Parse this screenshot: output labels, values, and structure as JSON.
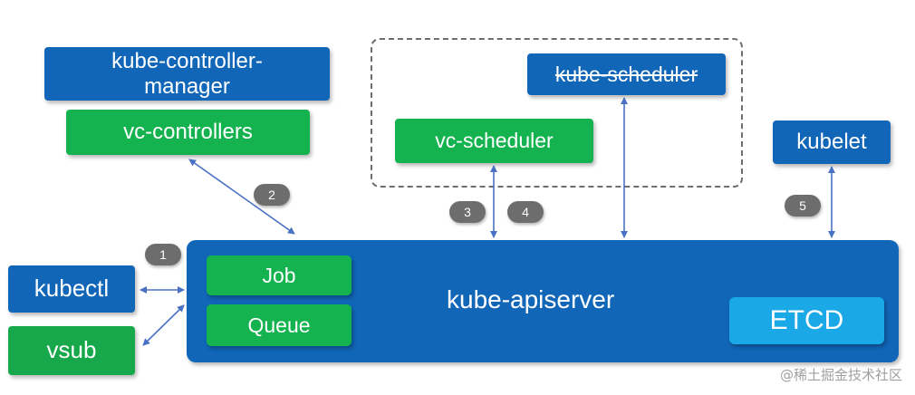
{
  "components": {
    "controller_manager": "kube-controller-\nmanager",
    "vc_controllers": "vc-controllers",
    "kube_scheduler": "kube-scheduler",
    "vc_scheduler": "vc-scheduler",
    "kubelet": "kubelet",
    "kubectl": "kubectl",
    "vsub": "vsub",
    "apiserver": "kube-apiserver",
    "job": "Job",
    "queue": "Queue",
    "etcd": "ETCD"
  },
  "steps": [
    "1",
    "2",
    "3",
    "4",
    "5"
  ],
  "watermark": "@稀土掘金技术社区",
  "colors": {
    "blue": "#1166b8",
    "green": "#15b34f",
    "etcd": "#1aa8e6",
    "arrow": "#4a72c4",
    "badge": "#6d6d6d"
  }
}
